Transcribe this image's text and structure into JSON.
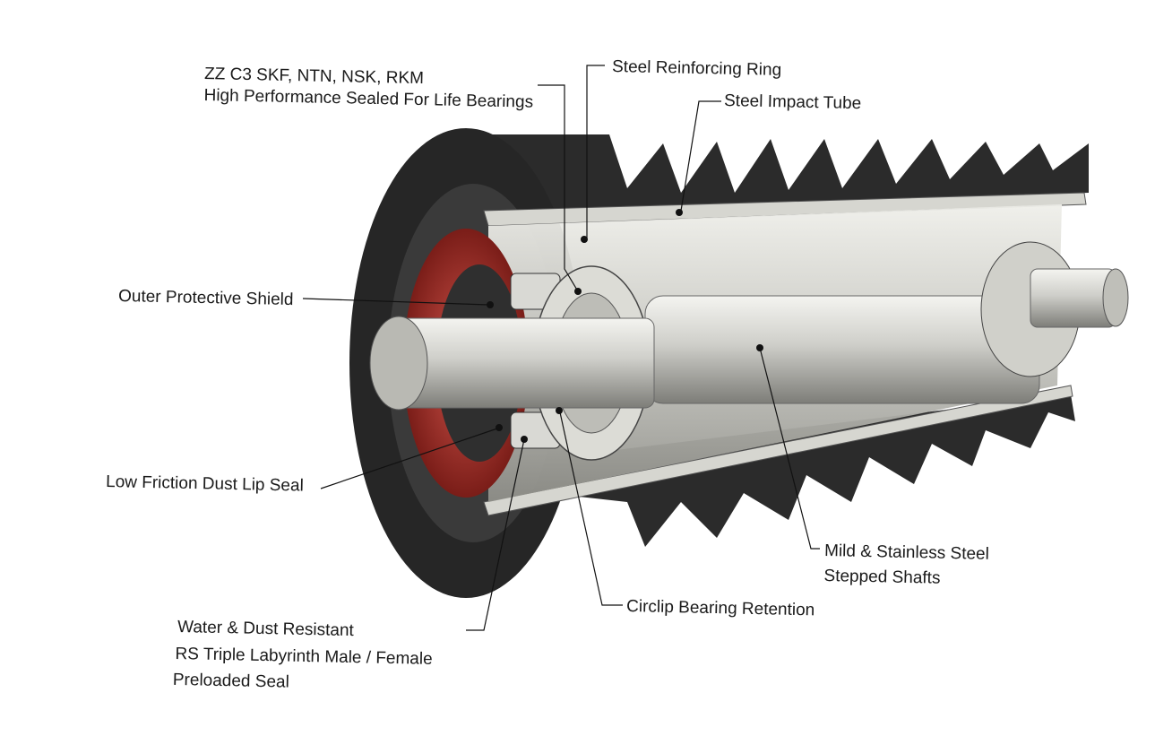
{
  "diagram": {
    "labels": {
      "bearings": [
        "ZZ C3 SKF, NTN, NSK, RKM",
        "High Performance Sealed For Life Bearings"
      ],
      "reinforcing_ring": [
        "Steel Reinforcing Ring"
      ],
      "impact_tube": [
        "Steel Impact Tube"
      ],
      "outer_shield": [
        "Outer Protective Shield"
      ],
      "lip_seal": [
        "Low Friction Dust Lip Seal"
      ],
      "labyrinth_seal": [
        "Water & Dust Resistant",
        "RS Triple Labyrinth Male / Female",
        "Preloaded Seal"
      ],
      "circlip": [
        "Circlip Bearing Retention"
      ],
      "shafts": [
        "Mild & Stainless Steel",
        "Stepped Shafts"
      ]
    },
    "colors": {
      "rubber": "#2b2b2b",
      "steel": "#c9c9c4",
      "seal_red": "#a8302a",
      "leader": "#111111"
    }
  }
}
